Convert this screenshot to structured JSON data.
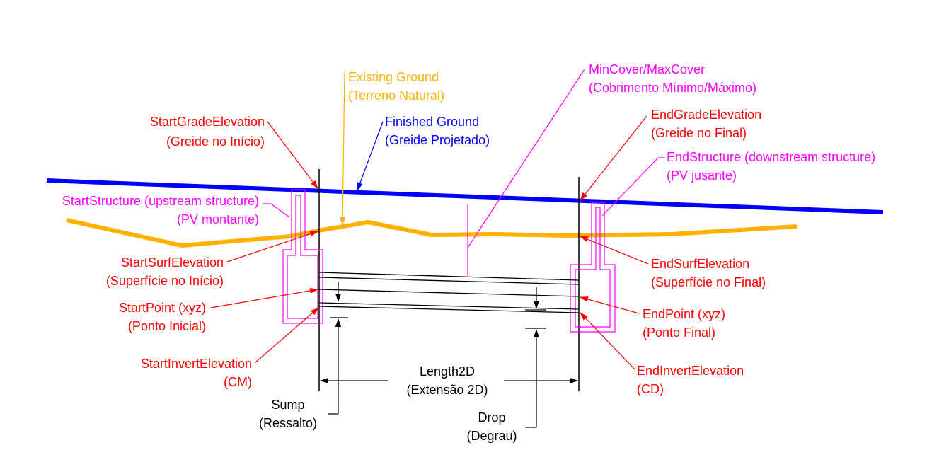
{
  "colors": {
    "red": "#ff0000",
    "magenta": "#ff00ff",
    "orange": "#ffb000",
    "blue": "#0000ff",
    "black": "#000000"
  },
  "labels": {
    "existing_ground": [
      "Existing Ground",
      "(Terreno Natural)"
    ],
    "finished_ground": [
      "Finished Ground",
      "(Greide Projetado)"
    ],
    "min_max_cover": [
      "MinCover/MaxCover",
      "(Cobrimento Mínimo/Máximo)"
    ],
    "start_grade": [
      "StartGradeElevation",
      "(Greide no Início)"
    ],
    "end_grade": [
      "EndGradeElevation",
      "(Greide no Final)"
    ],
    "start_structure": [
      "StartStructure (upstream structure)",
      "(PV montante)"
    ],
    "end_structure": [
      "EndStructure (downstream structure)",
      "(PV jusante)"
    ],
    "start_surf": [
      "StartSurfElevation",
      "(Superfície no Início)"
    ],
    "end_surf": [
      "EndSurfElevation",
      "(Superfície no Final)"
    ],
    "start_point": [
      "StartPoint (xyz)",
      "(Ponto Inicial)"
    ],
    "end_point": [
      "EndPoint (xyz)",
      "(Ponto Final)"
    ],
    "start_invert": [
      "StartInvertElevation",
      "(CM)"
    ],
    "end_invert": [
      "EndInvertElevation",
      "(CD)"
    ],
    "length2d": [
      "Length2D",
      "(Extensão 2D)"
    ],
    "sump": [
      "Sump",
      "(Ressalto)"
    ],
    "drop": [
      "Drop",
      "(Degrau)"
    ]
  }
}
